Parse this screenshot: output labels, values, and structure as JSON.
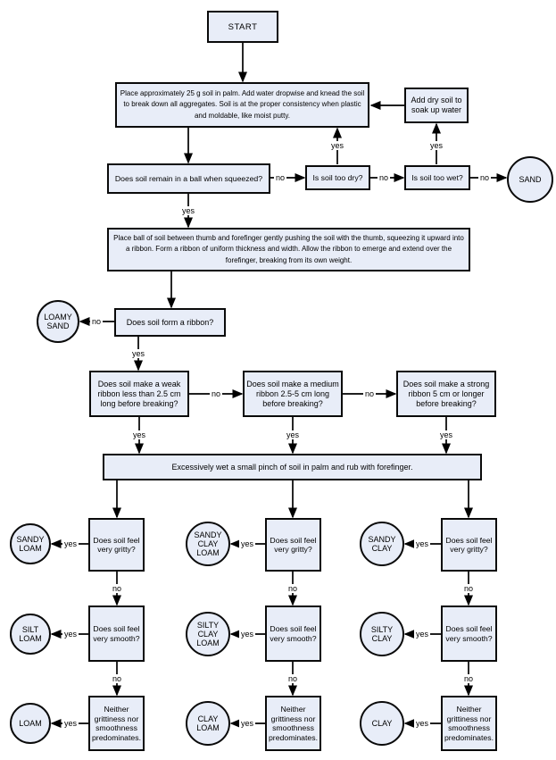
{
  "labels": {
    "yes": "yes",
    "no": "no"
  },
  "colors": {
    "box_fill": "#e8edf8",
    "box_border": "#0a0a0a",
    "connector": "#000000",
    "background": "#ffffff"
  },
  "nodes": {
    "start": "START",
    "prep": "Place approximately 25 g soil in palm. Add water dropwise and knead the soil to break down all aggregates. Soil is at the proper consistency when plastic and moldable, like moist putty.",
    "add_dry_soil": "Add dry soil to soak up water",
    "q_ball": "Does soil remain in a ball when squeezed?",
    "q_too_dry": "Is soil too dry?",
    "q_too_wet": "Is soil too wet?",
    "sand": "SAND",
    "ribbon_instructions": "Place ball of soil between thumb and forefinger gently pushing the soil with the thumb, squeezing it upward into a ribbon. Form a ribbon of uniform thickness and width. Allow the ribbon to emerge and extend over the forefinger, breaking from its own weight.",
    "q_form_ribbon": "Does soil form a ribbon?",
    "loamy_sand": "LOAMY\nSAND",
    "q_weak_ribbon": "Does soil make a weak ribbon less than 2.5 cm long before breaking?",
    "q_medium_ribbon": "Does soil make a medium ribbon 2.5-5 cm long before breaking?",
    "q_strong_ribbon": "Does soil make a strong ribbon 5 cm or longer before breaking?",
    "wet_pinch": "Excessively wet a small pinch of soil in palm and rub with forefinger.",
    "q_gritty": "Does soil feel very gritty?",
    "q_smooth": "Does soil feel very smooth?",
    "q_neither": "Neither grittiness nor smoothness predominates.",
    "sandy_loam": "SANDY\nLOAM",
    "silt_loam": "SILT\nLOAM",
    "loam": "LOAM",
    "sandy_clay_loam": "SANDY\nCLAY\nLOAM",
    "silty_clay_loam": "SILTY\nCLAY\nLOAM",
    "clay_loam": "CLAY\nLOAM",
    "sandy_clay": "SANDY\nCLAY",
    "silty_clay": "SILTY\nCLAY",
    "clay": "CLAY"
  }
}
